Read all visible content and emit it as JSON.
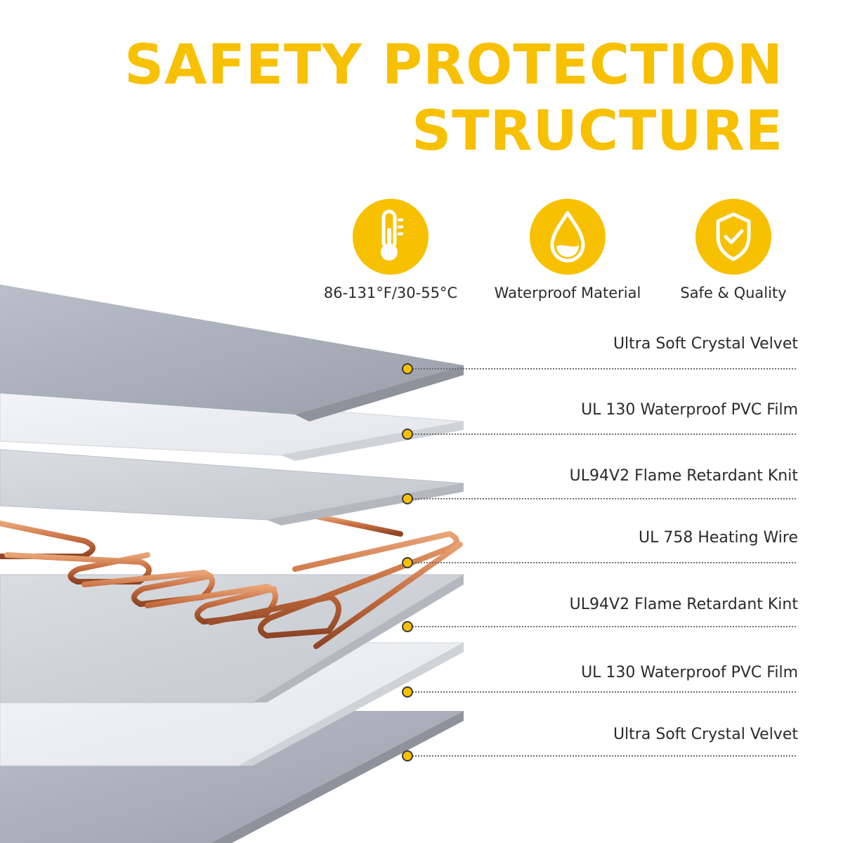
{
  "title": {
    "line1": "SAFETY PROTECTION",
    "line2": "STRUCTURE"
  },
  "accent_color": "#f7c000",
  "features": [
    {
      "icon": "thermometer-icon",
      "label": "86-131°F/30-55°C"
    },
    {
      "icon": "water-drop-icon",
      "label": "Waterproof Material"
    },
    {
      "icon": "shield-check-icon",
      "label": "Safe & Quality"
    }
  ],
  "layers": [
    {
      "label": "Ultra Soft Crystal Velvet"
    },
    {
      "label": "UL 130 Waterproof PVC Film"
    },
    {
      "label": "UL94V2 Flame Retardant Knit"
    },
    {
      "label": "UL 758 Heating Wire"
    },
    {
      "label": "UL94V2 Flame Retardant Kint"
    },
    {
      "label": "UL 130 Waterproof PVC Film"
    },
    {
      "label": "Ultra Soft Crystal Velvet"
    }
  ]
}
